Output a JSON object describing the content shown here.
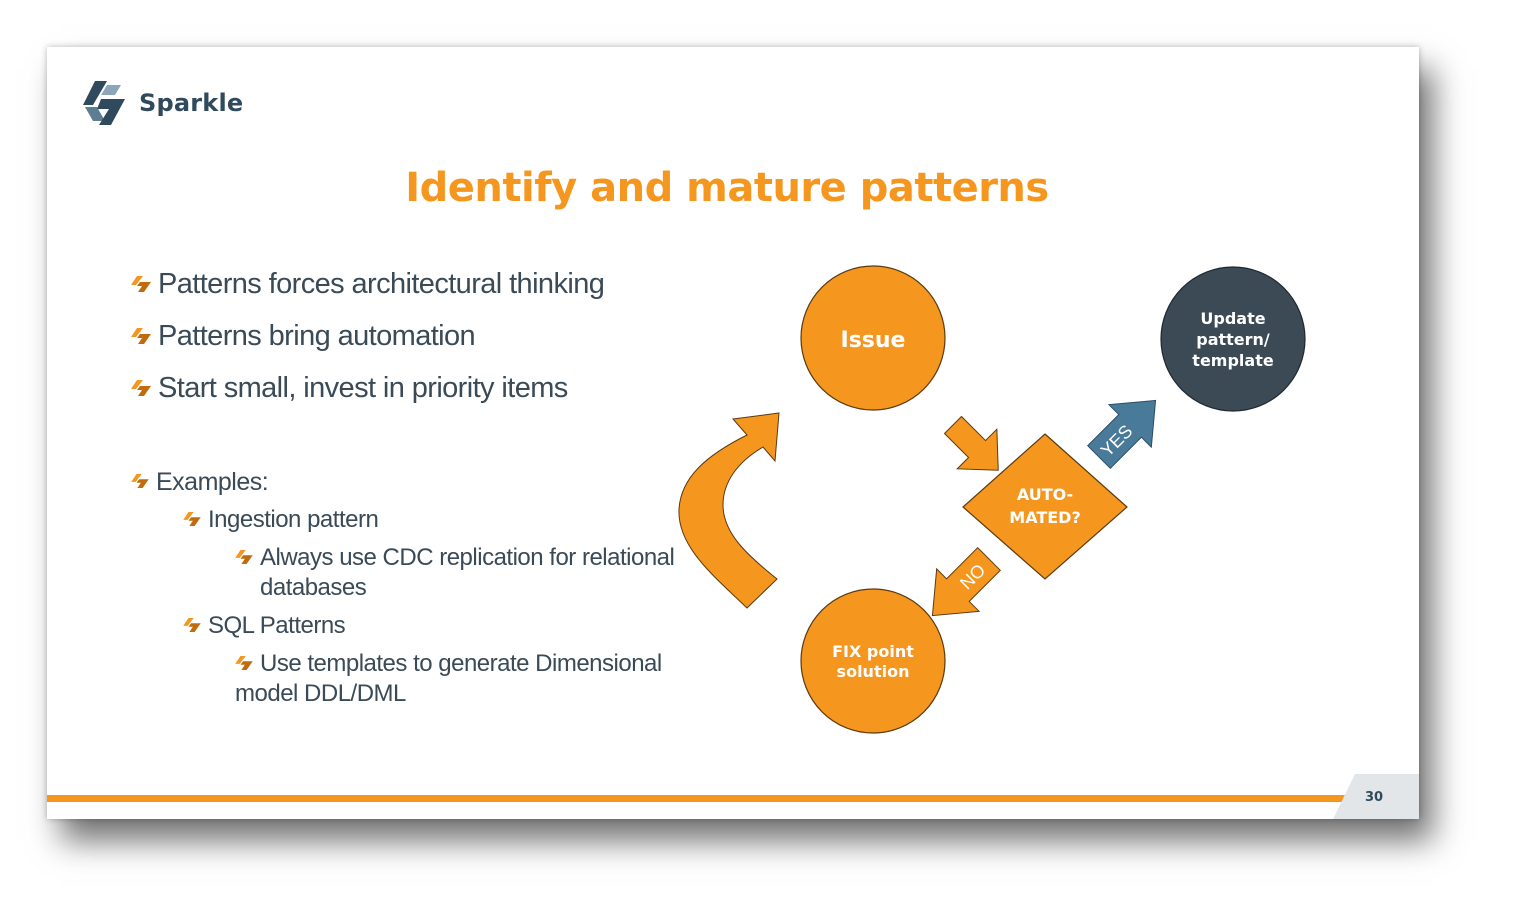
{
  "brand": {
    "name": "Sparkle",
    "icon": "sparkle-logo-icon"
  },
  "title": "Identify and mature patterns",
  "bullets": {
    "main": [
      "Patterns forces architectural thinking",
      "Patterns bring automation",
      "Start small, invest in priority items"
    ],
    "examples_label": "Examples:",
    "ingestion": {
      "label": "Ingestion pattern",
      "detail_line1": "Always use CDC replication for relational",
      "detail_line2": "databases"
    },
    "sql": {
      "label": "SQL Patterns",
      "detail_line1": "Use templates to generate Dimensional",
      "detail_line2": "model DDL/DML"
    }
  },
  "diagram": {
    "issue": "Issue",
    "automated_line1": "AUTO-",
    "automated_line2": "MATED?",
    "update_line1": "Update",
    "update_line2": "pattern/",
    "update_line3": "template",
    "fix_line1": "FIX point",
    "fix_line2": "solution",
    "yes": "YES",
    "no": "NO"
  },
  "colors": {
    "accent": "#f5961e",
    "dark": "#3c4a56",
    "steel": "#4a7a99",
    "text": "#3a4a57"
  },
  "page_number": "30"
}
